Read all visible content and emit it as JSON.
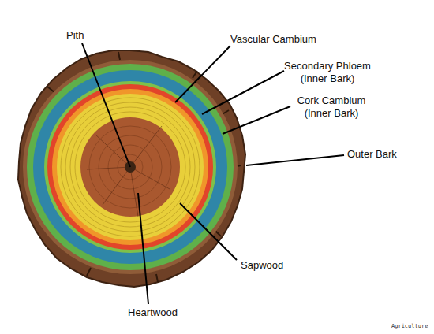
{
  "diagram": {
    "labels": [
      "Pith",
      "Vascular Cambium",
      "Secondary Phloem (Inner Bark)",
      "Cork Cambium (Inner Bark)",
      "Outer Bark",
      "Sapwood",
      "Heartwood",
      "Agriculture"
    ]
  }
}
